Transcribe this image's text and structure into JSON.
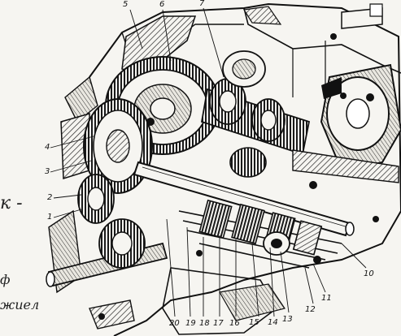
{
  "diagram": {
    "callouts": {
      "c1": "1",
      "c2": "2",
      "c3": "3",
      "c4": "4",
      "c5": "5",
      "c6": "6",
      "c7": "7",
      "c10": "10",
      "c11": "11",
      "c12": "12",
      "c13": "13",
      "c14": "14",
      "c15": "15",
      "c16": "16",
      "c17": "17",
      "c18": "18",
      "c19": "19",
      "c20": "20"
    },
    "margin_handwriting": {
      "line1": "к -",
      "line2": "ф",
      "line3": "жиел"
    }
  }
}
